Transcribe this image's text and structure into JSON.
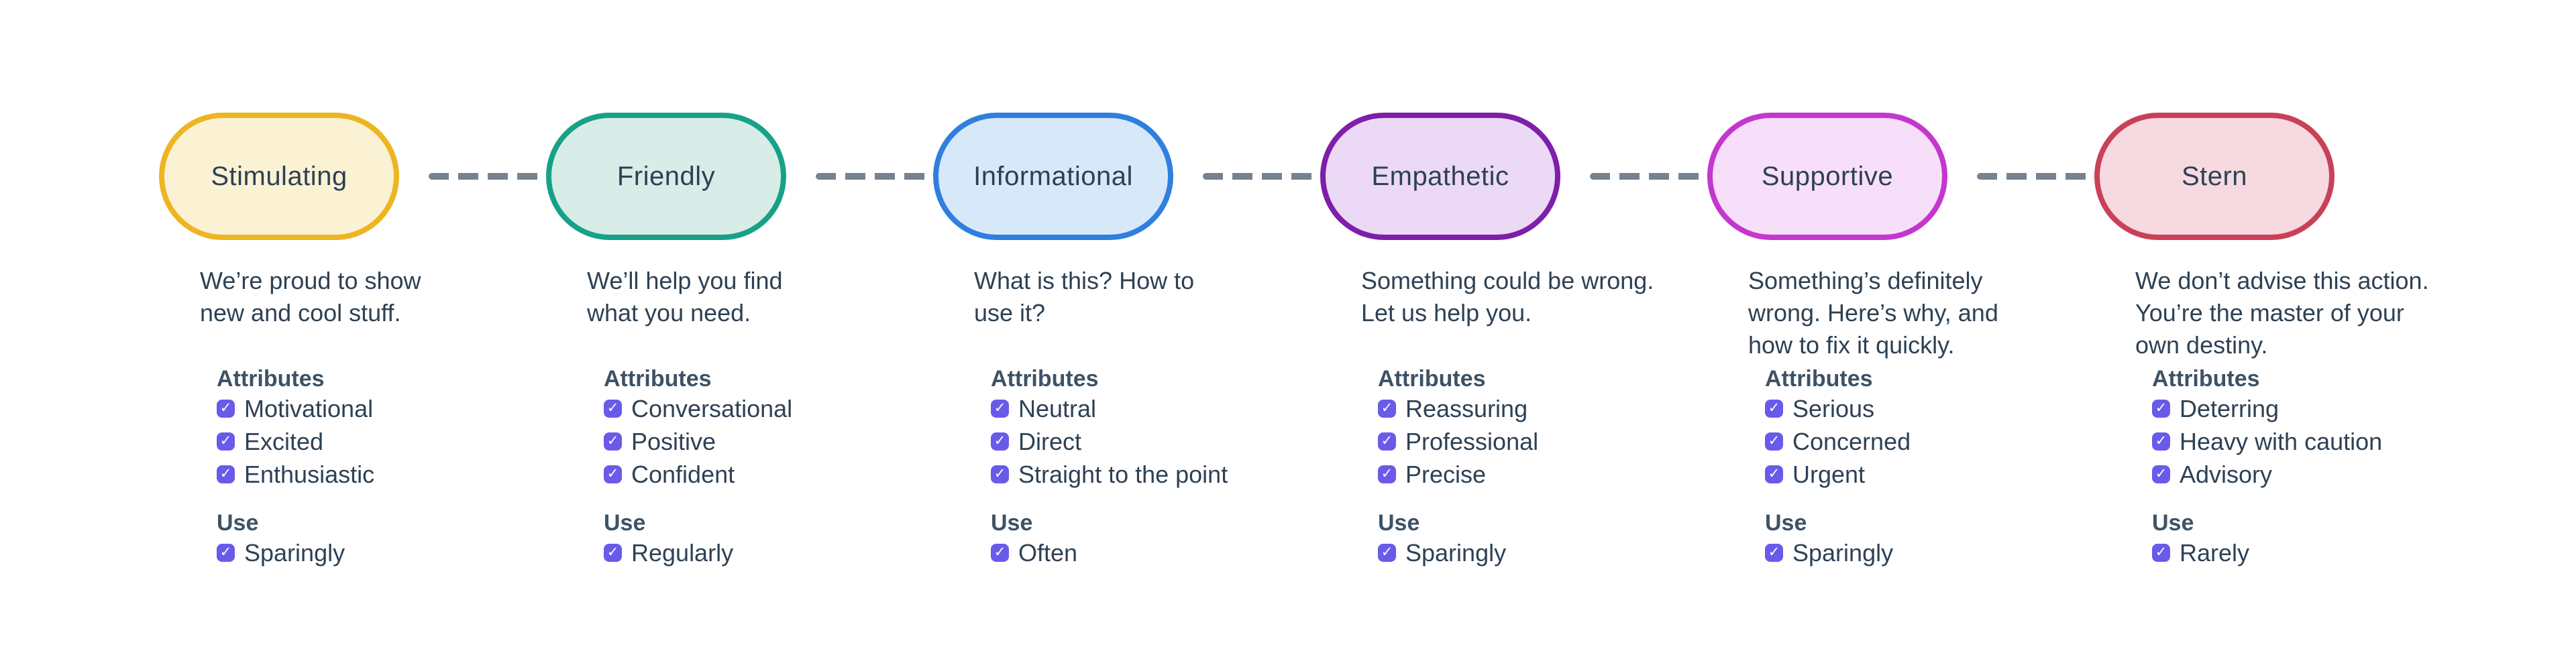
{
  "theme": {
    "background": "#FFFFFF",
    "text_color": "#2E4154",
    "heading_color": "#3E5266",
    "checkbox_color": "#6A5AEA",
    "checkbox_tick_icon": "checkmark",
    "connector_dash_color": "#76828F"
  },
  "columns": [
    {
      "title": "Stimulating",
      "description": "We’re proud to show\nnew and cool stuff.",
      "attributes_heading": "Attributes",
      "attributes": [
        {
          "label": "Motivational",
          "checked": true
        },
        {
          "label": "Excited",
          "checked": true
        },
        {
          "label": "Enthusiastic",
          "checked": true
        }
      ],
      "use_heading": "Use",
      "use": {
        "label": "Sparingly",
        "checked": true
      },
      "colors": {
        "fill": "#FBF2D4",
        "border": "#EDB521"
      }
    },
    {
      "title": "Friendly",
      "description": "We’ll help you find\nwhat you need.",
      "attributes_heading": "Attributes",
      "attributes": [
        {
          "label": "Conversational",
          "checked": true
        },
        {
          "label": "Positive",
          "checked": true
        },
        {
          "label": "Confident",
          "checked": true
        }
      ],
      "use_heading": "Use",
      "use": {
        "label": "Regularly",
        "checked": true
      },
      "colors": {
        "fill": "#D8EDE8",
        "border": "#17A287"
      }
    },
    {
      "title": "Informational",
      "description": "What is this? How to\nuse it?",
      "attributes_heading": "Attributes",
      "attributes": [
        {
          "label": "Neutral",
          "checked": true
        },
        {
          "label": "Direct",
          "checked": true
        },
        {
          "label": "Straight to the point",
          "checked": true
        }
      ],
      "use_heading": "Use",
      "use": {
        "label": "Often",
        "checked": true
      },
      "colors": {
        "fill": "#D7E9F8",
        "border": "#2F7FDE"
      }
    },
    {
      "title": "Empathetic",
      "description": "Something could be wrong.\nLet us help you.",
      "attributes_heading": "Attributes",
      "attributes": [
        {
          "label": "Reassuring",
          "checked": true
        },
        {
          "label": "Professional",
          "checked": true
        },
        {
          "label": "Precise",
          "checked": true
        }
      ],
      "use_heading": "Use",
      "use": {
        "label": "Sparingly",
        "checked": true
      },
      "colors": {
        "fill": "#EBD9F5",
        "border": "#7D1FA8"
      }
    },
    {
      "title": "Supportive",
      "description": "Something’s definitely\nwrong. Here’s why, and\nhow to fix it quickly.",
      "attributes_heading": "Attributes",
      "attributes": [
        {
          "label": "Serious",
          "checked": true
        },
        {
          "label": "Concerned",
          "checked": true
        },
        {
          "label": "Urgent",
          "checked": true
        }
      ],
      "use_heading": "Use",
      "use": {
        "label": "Sparingly",
        "checked": true
      },
      "colors": {
        "fill": "#F8DFF9",
        "border": "#C437CE"
      }
    },
    {
      "title": "Stern",
      "description": "We don’t advise this action.\nYou’re the master of your\nown destiny.",
      "attributes_heading": "Attributes",
      "attributes": [
        {
          "label": "Deterring",
          "checked": true
        },
        {
          "label": "Heavy with caution",
          "checked": true
        },
        {
          "label": "Advisory",
          "checked": true
        }
      ],
      "use_heading": "Use",
      "use": {
        "label": "Rarely",
        "checked": true
      },
      "colors": {
        "fill": "#F6DADF",
        "border": "#C84158"
      }
    }
  ]
}
